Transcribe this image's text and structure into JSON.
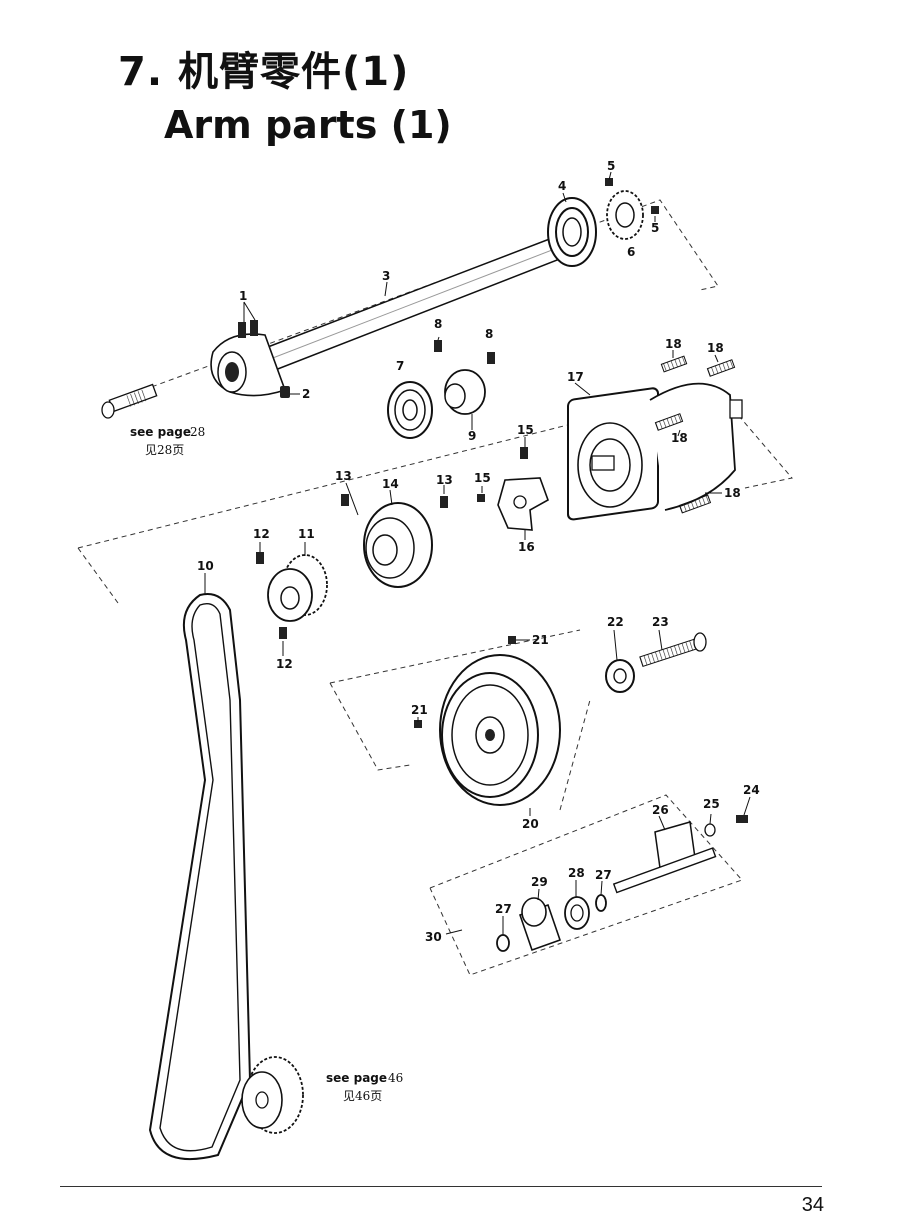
{
  "title": {
    "cn": "7. 机臂零件(1)",
    "en": "Arm parts (1)"
  },
  "page_number": "34",
  "callouts": [
    {
      "id": "c1",
      "text": "1"
    },
    {
      "id": "c2",
      "text": "2"
    },
    {
      "id": "c3",
      "text": "3"
    },
    {
      "id": "c4",
      "text": "4"
    },
    {
      "id": "c5a",
      "text": "5"
    },
    {
      "id": "c5b",
      "text": "5"
    },
    {
      "id": "c6",
      "text": "6"
    },
    {
      "id": "c7",
      "text": "7"
    },
    {
      "id": "c8a",
      "text": "8"
    },
    {
      "id": "c8b",
      "text": "8"
    },
    {
      "id": "c9",
      "text": "9"
    },
    {
      "id": "c10",
      "text": "10"
    },
    {
      "id": "c11",
      "text": "11"
    },
    {
      "id": "c12a",
      "text": "12"
    },
    {
      "id": "c12b",
      "text": "12"
    },
    {
      "id": "c13a",
      "text": "13"
    },
    {
      "id": "c13b",
      "text": "13"
    },
    {
      "id": "c14",
      "text": "14"
    },
    {
      "id": "c15a",
      "text": "15"
    },
    {
      "id": "c15b",
      "text": "15"
    },
    {
      "id": "c16",
      "text": "16"
    },
    {
      "id": "c17",
      "text": "17"
    },
    {
      "id": "c18a",
      "text": "18"
    },
    {
      "id": "c18b",
      "text": "18"
    },
    {
      "id": "c18c",
      "text": "18"
    },
    {
      "id": "c18d",
      "text": "18"
    },
    {
      "id": "c20",
      "text": "20"
    },
    {
      "id": "c21a",
      "text": "21"
    },
    {
      "id": "c21b",
      "text": "21"
    },
    {
      "id": "c22",
      "text": "22"
    },
    {
      "id": "c23",
      "text": "23"
    },
    {
      "id": "c24",
      "text": "24"
    },
    {
      "id": "c25",
      "text": "25"
    },
    {
      "id": "c26",
      "text": "26"
    },
    {
      "id": "c27a",
      "text": "27"
    },
    {
      "id": "c27b",
      "text": "27"
    },
    {
      "id": "c28",
      "text": "28"
    },
    {
      "id": "c29",
      "text": "29"
    },
    {
      "id": "c30",
      "text": "30"
    }
  ],
  "references": [
    {
      "id": "ref28",
      "en": "see page",
      "page": "28",
      "cn": "见28页"
    },
    {
      "id": "ref46",
      "en": "see page",
      "page": "46",
      "cn": "见46页"
    }
  ]
}
